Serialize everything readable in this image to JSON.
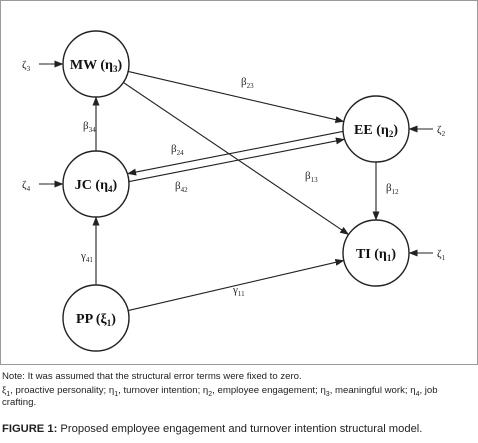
{
  "diagram": {
    "nodes": [
      {
        "id": "MW",
        "label": "MW",
        "symbol": "η",
        "sub": "3"
      },
      {
        "id": "EE",
        "label": "EE",
        "symbol": "η",
        "sub": "2"
      },
      {
        "id": "JC",
        "label": "JC",
        "symbol": "η",
        "sub": "4"
      },
      {
        "id": "TI",
        "label": "TI",
        "symbol": "η",
        "sub": "1"
      },
      {
        "id": "PP",
        "label": "PP",
        "symbol": "ξ",
        "sub": "1"
      }
    ],
    "paths": [
      {
        "from": "MW",
        "to": "EE",
        "symbol": "β",
        "sub": "23"
      },
      {
        "from": "MW",
        "to": "TI",
        "symbol": "β",
        "sub": "13"
      },
      {
        "from": "JC",
        "to": "MW",
        "symbol": "β",
        "sub": "34"
      },
      {
        "from": "JC",
        "to": "EE",
        "symbol": "β",
        "sub": "24"
      },
      {
        "from": "EE",
        "to": "JC",
        "symbol": "β",
        "sub": "42"
      },
      {
        "from": "EE",
        "to": "TI",
        "symbol": "β",
        "sub": "12"
      },
      {
        "from": "PP",
        "to": "JC",
        "symbol": "γ",
        "sub": "41"
      },
      {
        "from": "PP",
        "to": "TI",
        "symbol": "γ",
        "sub": "11"
      }
    ],
    "errors": [
      {
        "target": "MW",
        "symbol": "ζ",
        "sub": "3"
      },
      {
        "target": "JC",
        "symbol": "ζ",
        "sub": "4"
      },
      {
        "target": "EE",
        "symbol": "ζ",
        "sub": "2"
      },
      {
        "target": "TI",
        "symbol": "ζ",
        "sub": "1"
      }
    ]
  },
  "note": {
    "line1": "Note: It was assumed that the structural error terms were fixed to zero.",
    "legend": [
      {
        "sym": "ξ",
        "sub": "1",
        "text": "proactive personality"
      },
      {
        "sym": "η",
        "sub": "1",
        "text": "turnover intention"
      },
      {
        "sym": "η",
        "sub": "2",
        "text": "employee engagement"
      },
      {
        "sym": "η",
        "sub": "3",
        "text": "meaningful work"
      },
      {
        "sym": "η",
        "sub": "4",
        "text": "job crafting"
      }
    ]
  },
  "caption": {
    "label": "FIGURE 1:",
    "text": " Proposed employee engagement and turnover intention structural model."
  }
}
